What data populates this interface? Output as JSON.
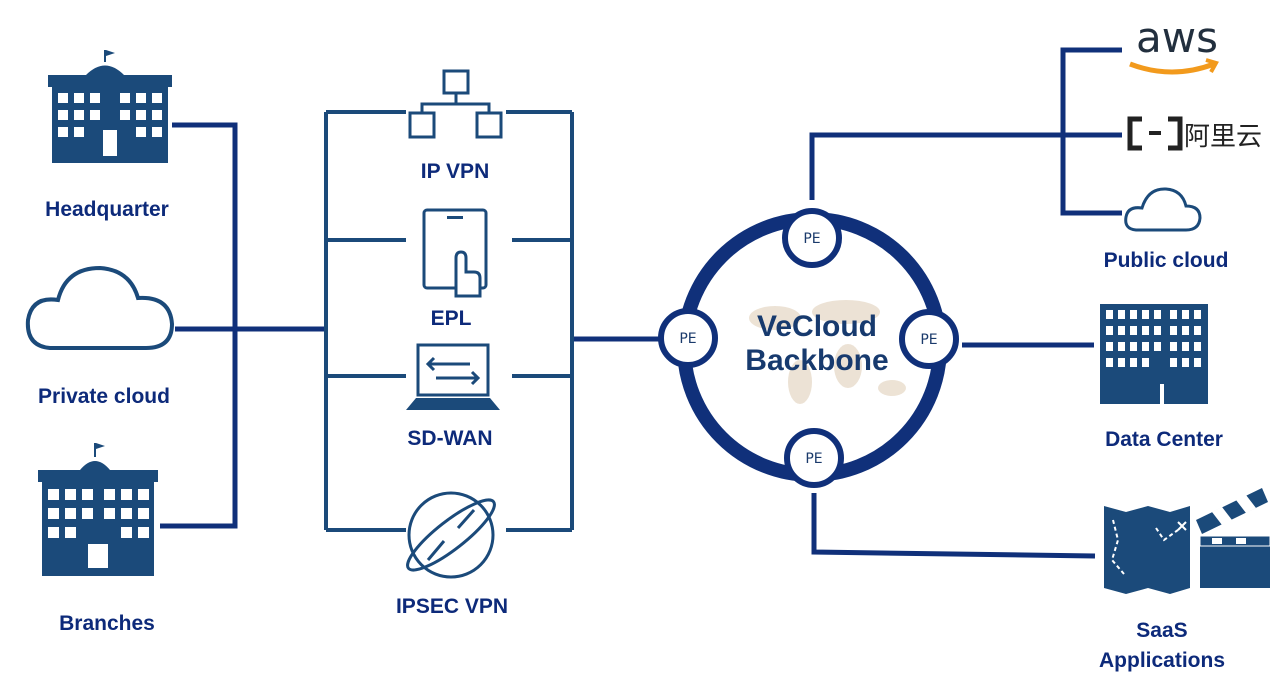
{
  "sources": {
    "headquarter": "Headquarter",
    "private_cloud": "Private cloud",
    "branches": "Branches"
  },
  "services": {
    "ip_vpn": "IP VPN",
    "epl": "EPL",
    "sd_wan": "SD-WAN",
    "ipsec_vpn": "IPSEC VPN"
  },
  "backbone": {
    "line1": "VeCloud",
    "line2": "Backbone",
    "pe_nodes": [
      "PE",
      "PE",
      "PE",
      "PE"
    ]
  },
  "destinations": {
    "aws": "aws",
    "aliyun": "阿里云",
    "public_cloud": "Public cloud",
    "data_center": "Data Center",
    "saas_line1": "SaaS",
    "saas_line2": "Applications"
  },
  "colors": {
    "navy": "#0d2a7a",
    "line": "#10307a",
    "icon": "#1b4a7a",
    "aws_orange": "#f29a1d"
  }
}
